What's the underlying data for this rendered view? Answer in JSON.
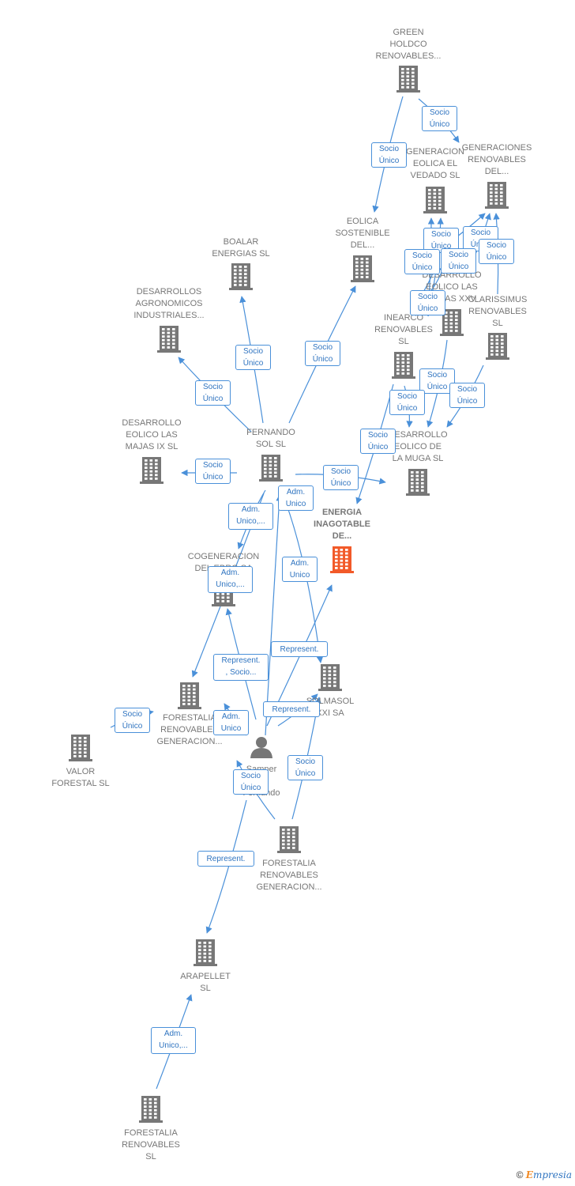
{
  "colors": {
    "edge": "#4a90d9",
    "building": "#777777",
    "focus_building": "#f25a29",
    "person": "#777777"
  },
  "nodes": [
    {
      "id": "green_holdco",
      "label": "GREEN\nHOLDCO\nRENOVABLES...",
      "icon": "building-icon"
    },
    {
      "id": "generaciones_renovables",
      "label": "GENERACIONES\nRENOVABLES\nDEL...",
      "icon": "building-icon"
    },
    {
      "id": "generacion_eolica_vedado",
      "label": "GENERACION\nEOLICA EL\nVEDADO SL",
      "icon": "building-icon"
    },
    {
      "id": "eolica_sostenible",
      "label": "EOLICA\nSOSTENIBLE\nDEL...",
      "icon": "building-icon"
    },
    {
      "id": "boalar",
      "label": "BOALAR\nENERGIAS  SL",
      "icon": "building-icon"
    },
    {
      "id": "desarrollos_agronomicos",
      "label": "DESARROLLOS\nAGRONOMICOS\nINDUSTRIALES...",
      "icon": "building-icon"
    },
    {
      "id": "desarrollo_majas_xxv",
      "label": "DESARROLLO\nEOLICO LAS\nMAJAS XXV",
      "icon": "building-icon"
    },
    {
      "id": "clarissimus",
      "label": "CLARISSIMUS\nRENOVABLES\nSL",
      "icon": "building-icon"
    },
    {
      "id": "inearco",
      "label": "INEARCO\nRENOVABLES\nSL",
      "icon": "building-icon"
    },
    {
      "id": "desarrollo_majas_ix",
      "label": "DESARROLLO\nEOLICO LAS\nMAJAS IX  SL",
      "icon": "building-icon"
    },
    {
      "id": "fernando_sol",
      "label": "FERNANDO\nSOL SL",
      "icon": "building-icon"
    },
    {
      "id": "desarrollo_muga",
      "label": "DESARROLLO\nEOLICO DE\nLA MUGA SL",
      "icon": "building-icon"
    },
    {
      "id": "energia_inagotable",
      "label": "ENERGIA\nINAGOTABLE\nDE...",
      "icon": "building-icon",
      "focus": true
    },
    {
      "id": "cogeneracion",
      "label": "COGENERACION\nDEL EBRO SA",
      "icon": "building-icon"
    },
    {
      "id": "solmasol",
      "label": "SOLMASOL\nXXI SA",
      "icon": "building-icon"
    },
    {
      "id": "forestalia_a",
      "label": "FORESTALIA\nRENOVABLES\nGENERACION...",
      "icon": "building-icon"
    },
    {
      "id": "valor_forestal",
      "label": "VALOR\nFORESTAL SL",
      "icon": "building-icon"
    },
    {
      "id": "samper",
      "label": "Samper\nRs\nFernando",
      "icon": "person-icon"
    },
    {
      "id": "forestalia_b",
      "label": "FORESTALIA\nRENOVABLES\nGENERACION...",
      "icon": "building-icon"
    },
    {
      "id": "arapellet",
      "label": "ARAPELLET\nSL",
      "icon": "building-icon"
    },
    {
      "id": "forestalia_c",
      "label": "FORESTALIA\nRENOVABLES\nSL",
      "icon": "building-icon"
    }
  ],
  "edges": [
    {
      "from": "green_holdco",
      "to": "generacion_eolica_vedado",
      "label": "Socio\nÚnico"
    },
    {
      "from": "green_holdco",
      "to": "eolica_sostenible",
      "label": "Socio\nÚnico"
    },
    {
      "from": "inearco",
      "to": "generacion_eolica_vedado",
      "label": "Socio\nÚnico"
    },
    {
      "from": "inearco",
      "to": "generacion_eolica_vedado",
      "label": "Socio\nÚnico"
    },
    {
      "from": "inearco",
      "to": "generaciones_renovables",
      "label": "Socio\nÚnico"
    },
    {
      "from": "clarissimus",
      "to": "generaciones_renovables",
      "label": "Socio\nÚnico"
    },
    {
      "from": "inearco",
      "to": "generaciones_renovables",
      "label": "Socio\nÚnico"
    },
    {
      "from": "inearco",
      "to": "desarrollo_majas_xxv",
      "label": "Socio\nÚnico"
    },
    {
      "from": "inearco",
      "to": "desarrollo_majas_xxv",
      "label": "Socio\nÚnico"
    },
    {
      "from": "fernando_sol",
      "to": "eolica_sostenible",
      "label": "Socio\nÚnico"
    },
    {
      "from": "fernando_sol",
      "to": "boalar",
      "label": "Socio\nÚnico"
    },
    {
      "from": "fernando_sol",
      "to": "desarrollos_agronomicos",
      "label": "Socio\nÚnico"
    },
    {
      "from": "fernando_sol",
      "to": "desarrollo_majas_ix",
      "label": "Socio\nÚnico"
    },
    {
      "from": "fernando_sol",
      "to": "desarrollo_muga",
      "label": "Socio\nÚnico"
    },
    {
      "from": "desarrollo_majas_xxv",
      "to": "desarrollo_muga",
      "label": "Socio\nÚnico"
    },
    {
      "from": "inearco",
      "to": "desarrollo_muga",
      "label": "Socio\nÚnico"
    },
    {
      "from": "clarissimus",
      "to": "desarrollo_muga",
      "label": "Socio\nÚnico"
    },
    {
      "from": "inearco",
      "to": "energia_inagotable",
      "label": "Socio\nÚnico"
    },
    {
      "from": "fernando_sol",
      "to": "cogeneracion",
      "label": "Adm.\nUnico,..."
    },
    {
      "from": "fernando_sol",
      "to": "solmasol",
      "label": "Adm.\nUnico"
    },
    {
      "from": "fernando_sol",
      "to": "forestalia_a",
      "label": "Adm.\nUnico,..."
    },
    {
      "from": "samper",
      "to": "energia_inagotable",
      "label": "Represent."
    },
    {
      "from": "samper",
      "to": "cogeneracion",
      "label": "Represent.\n, Socio..."
    },
    {
      "from": "samper",
      "to": "fernando_sol",
      "label": "Adm.\nUnico"
    },
    {
      "from": "samper",
      "to": "solmasol",
      "label": "Represent."
    },
    {
      "from": "valor_forestal",
      "to": "forestalia_a",
      "label": "Socio\nÚnico"
    },
    {
      "from": "samper",
      "to": "forestalia_a",
      "label": "Adm.\nUnico"
    },
    {
      "from": "forestalia_b",
      "to": "solmasol",
      "label": "Socio\nÚnico"
    },
    {
      "from": "forestalia_b",
      "to": "samper",
      "label": "Socio\nÚnico"
    },
    {
      "from": "samper",
      "to": "arapellet",
      "label": "Represent."
    },
    {
      "from": "forestalia_c",
      "to": "arapellet",
      "label": "Adm.\nUnico,..."
    }
  ],
  "footer": {
    "copyright": "©",
    "brand_initial": "E",
    "brand_rest": "mpresia"
  }
}
